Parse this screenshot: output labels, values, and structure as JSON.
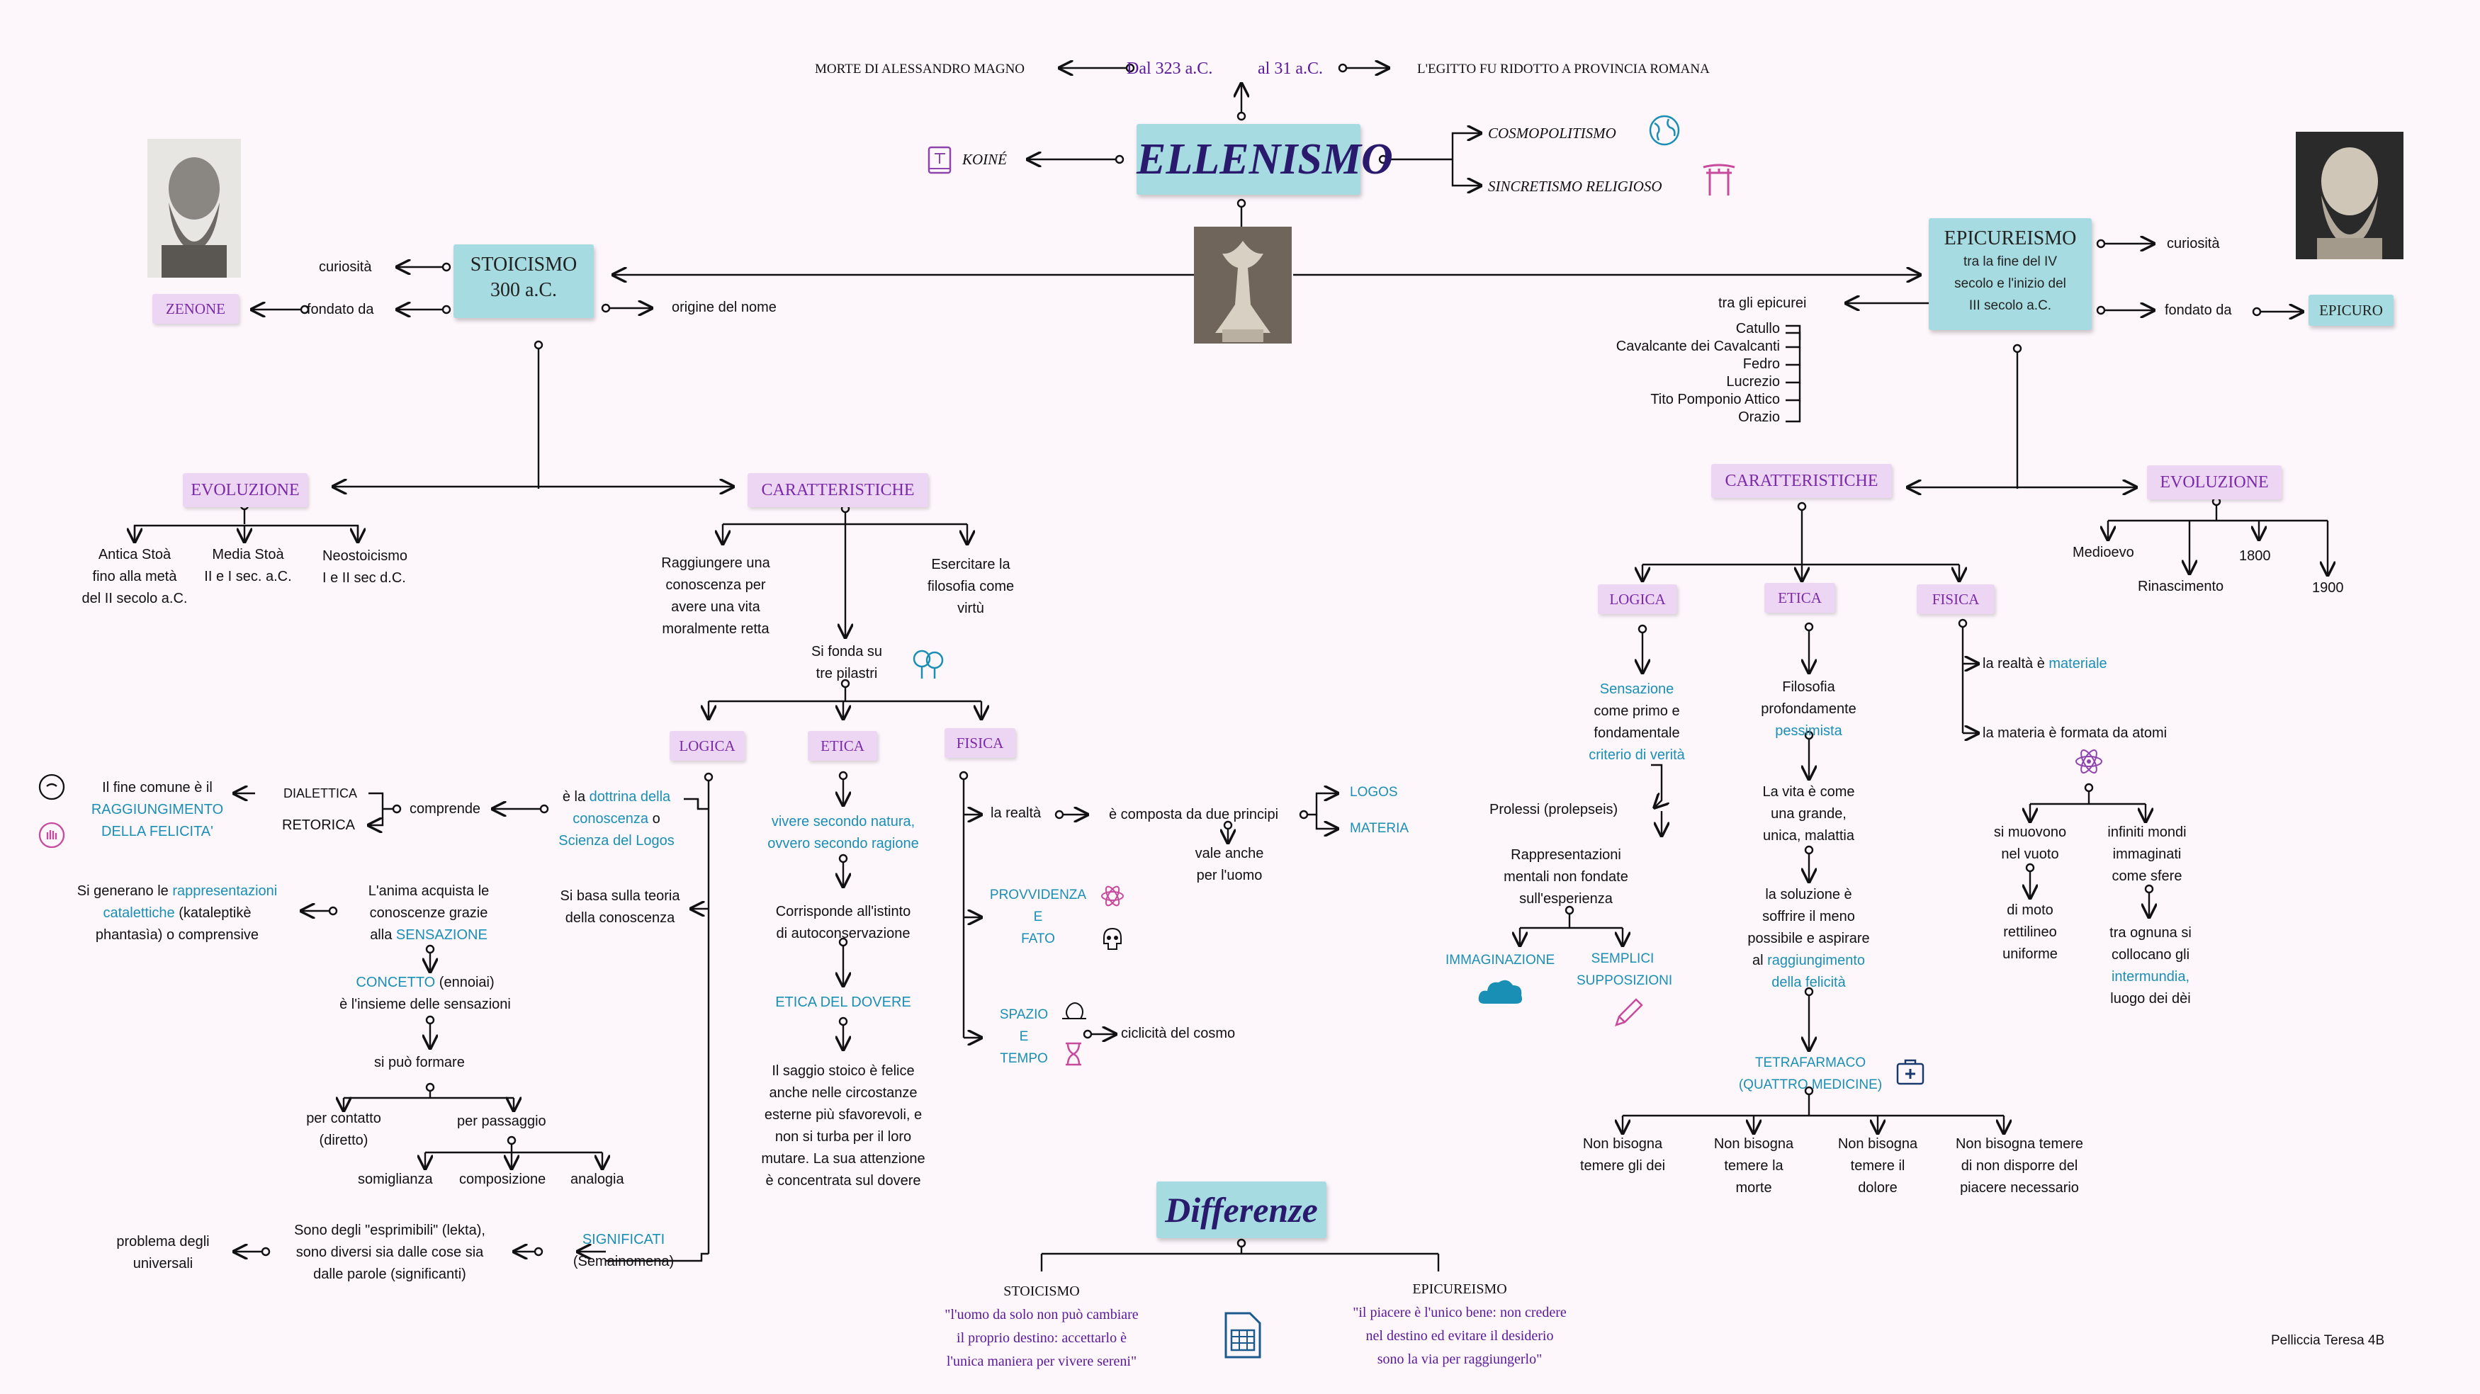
{
  "title": "ELLENISMO",
  "top": {
    "dal": "Dal 323 a.C.",
    "al": "al 31 a.C.",
    "morte": "MORTE DI ALESSANDRO MAGNO",
    "egitto": "L'EGITTO FU RIDOTTO A PROVINCIA ROMANA",
    "koine": "KOINÉ",
    "cosmo": "COSMOPOLITISMO",
    "sincretismo": "SINCRETISMO RELIGIOSO"
  },
  "stoicismo": {
    "title": "STOICISMO",
    "date": "300 a.C.",
    "curiosita": "curiosità",
    "fondato": "fondato da",
    "zenone": "ZENONE",
    "origine": "origine del nome",
    "evoluzione": {
      "label": "EVOLUZIONE",
      "items": [
        [
          "Antica Stoà",
          "fino alla metà",
          "del II secolo a.C."
        ],
        [
          "Media Stoà",
          "II e I sec. a.C."
        ],
        [
          "Neostoicismo",
          "I e II sec d.C."
        ]
      ]
    },
    "caratteristiche": {
      "label": "CARATTERISTICHE",
      "left": [
        "Raggiungere una",
        "conoscenza per",
        "avere una vita",
        "moralmente retta"
      ],
      "right": [
        "Esercitare la",
        "filosofia come",
        "virtù"
      ],
      "pilastri": [
        "Si fonda su",
        "tre pilastri"
      ]
    },
    "logica": {
      "label": "LOGICA",
      "dottrina": [
        "è la ",
        "dottrina della",
        "conoscenza",
        " o",
        "Scienza del Logos"
      ],
      "comprende": "comprende",
      "dialettica": "DIALETTICA",
      "retorica": "RETORICA",
      "fine": [
        "Il fine comune è il",
        "RAGGIUNGIMENTO",
        "DELLA FELICITA'"
      ],
      "teoria": [
        "Si basa sulla teoria",
        "della conoscenza"
      ],
      "anima": [
        "L'anima acquista le",
        "conoscenze grazie",
        "alla ",
        "SENSAZIONE"
      ],
      "rappr": [
        "Si generano le ",
        "rappresentazioni",
        "catalettiche",
        " (kataleptikè",
        "phantasìa) o comprensive"
      ],
      "concetto": [
        "CONCETTO",
        " (ennoiai)",
        "è l'insieme delle sensazioni"
      ],
      "formare": "si può formare",
      "contatto": [
        "per contatto",
        "(diretto)"
      ],
      "passaggio": "per passaggio",
      "somiglianza": "somiglianza",
      "composizione": "composizione",
      "analogia": "analogia",
      "significati": [
        "SIGNIFICATI",
        "(Semainomena)"
      ],
      "esprimibili": [
        "Sono degli \"esprimibili\" (lekta),",
        "sono diversi sia dalle cose sia",
        "dalle parole (significanti)"
      ],
      "problema": [
        "problema degli",
        "universali"
      ]
    },
    "etica": {
      "label": "ETICA",
      "natura": [
        "vivere secondo natura,",
        "ovvero secondo ragione"
      ],
      "istinto": [
        "Corrisponde all'istinto",
        "di autoconservazione"
      ],
      "dovere": "ETICA DEL DOVERE",
      "saggio": [
        "Il saggio stoico è felice",
        "anche nelle circostanze",
        "esterne più sfavorevoli, e",
        "non si turba per il loro",
        "mutare. La sua attenzione",
        "è concentrata sul dovere"
      ]
    },
    "fisica": {
      "label": "FISICA",
      "realta": "la realtà",
      "composta": "è composta da due principi",
      "logos": "LOGOS",
      "materia": "MATERIA",
      "vale": [
        "vale anche",
        "per l'uomo"
      ],
      "provvidenza": [
        "PROVVIDENZA",
        "E",
        "FATO"
      ],
      "spazio": [
        "SPAZIO",
        "E",
        "TEMPO"
      ],
      "ciclicita": "ciclicità del cosmo"
    }
  },
  "epicureismo": {
    "title": "EPICUREISMO",
    "date": [
      "tra la fine del IV",
      "secolo e l'inizio del",
      "III secolo a.C."
    ],
    "curiosita": "curiosità",
    "fondato": "fondato da",
    "epicuro": "EPICURO",
    "tra": "tra gli epicurei",
    "epicurei": [
      "Catullo",
      "Cavalcante dei Cavalcanti",
      "Fedro",
      "Lucrezio",
      "Tito Pomponio Attico",
      "Orazio"
    ],
    "evoluzione": {
      "label": "EVOLUZIONE",
      "items": [
        "Medioevo",
        "Rinascimento",
        "1800",
        "1900"
      ]
    },
    "caratteristiche": "CARATTERISTICHE",
    "logica": {
      "label": "LOGICA",
      "sensazione": [
        "Sensazione",
        "come primo e",
        "fondamentale",
        "criterio di verità"
      ],
      "prolessi": "Prolessi (prolepseis)",
      "rappr": [
        "Rappresentazioni",
        "mentali non fondate",
        "sull'esperienza"
      ],
      "immag": "IMMAGINAZIONE",
      "supp": [
        "SEMPLICI",
        "SUPPOSIZIONI"
      ]
    },
    "etica": {
      "label": "ETICA",
      "filosofia": [
        "Filosofia",
        "profondamente",
        "pessimista"
      ],
      "vita": [
        "La vita è come",
        "una grande,",
        "unica, malattia"
      ],
      "soluzione": [
        "la soluzione è",
        "soffrire il meno",
        "possibile e aspirare",
        "al ",
        "raggiungimento",
        "della felicità"
      ],
      "tetra": [
        "TETRAFARMACO",
        "(QUATTRO MEDICINE)"
      ],
      "medicine": [
        [
          "Non bisogna",
          "temere gli dei"
        ],
        [
          "Non bisogna",
          "temere la",
          "morte"
        ],
        [
          "Non bisogna",
          "temere il",
          "dolore"
        ],
        [
          "Non bisogna temere",
          "di non disporre del",
          "piacere necessario"
        ]
      ]
    },
    "fisica": {
      "label": "FISICA",
      "realta": [
        "la realtà è ",
        "materiale"
      ],
      "materia": "la materia è formata da atomi",
      "vuoto": [
        "si muovono",
        "nel vuoto"
      ],
      "moto": [
        "di moto",
        "rettilineo",
        "uniforme"
      ],
      "mondi": [
        "infiniti mondi",
        "immaginati",
        "come sfere"
      ],
      "ognuna": [
        "tra ognuna si",
        "collocano gli",
        "intermundia,",
        "luogo dei dèi"
      ]
    }
  },
  "differenze": {
    "title": "Differenze",
    "stoicismo": "STOICISMO",
    "stoic_quote": [
      "\"l'uomo da solo non può cambiare",
      "il proprio destino: accettarlo è",
      "l'unica maniera per vivere sereni\""
    ],
    "epicureismo": "EPICUREISMO",
    "epic_quote": [
      "\"il piacere è l'unico bene: non credere",
      "nel destino ed evitare il desiderio",
      "sono la via per raggiungerlo\""
    ]
  },
  "author": "Pelliccia Teresa 4B",
  "colors": {
    "accent_blue": "#1a8fb5",
    "purple_text": "#5a189a",
    "pink_box": "#ecd6f4",
    "teal_box": "#a6dce1"
  }
}
